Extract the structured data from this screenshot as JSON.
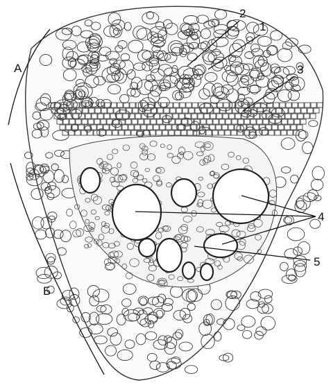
{
  "figure": {
    "region_labels": {
      "a": "А",
      "b": "Б"
    },
    "part_labels": {
      "n1": "1",
      "n2": "2",
      "n3": "3",
      "n4": "4",
      "n5": "5"
    },
    "colors": {
      "ink": "#2a2a2a",
      "paper": "#ffffff",
      "cell_wall": "#3a3a3a"
    }
  }
}
